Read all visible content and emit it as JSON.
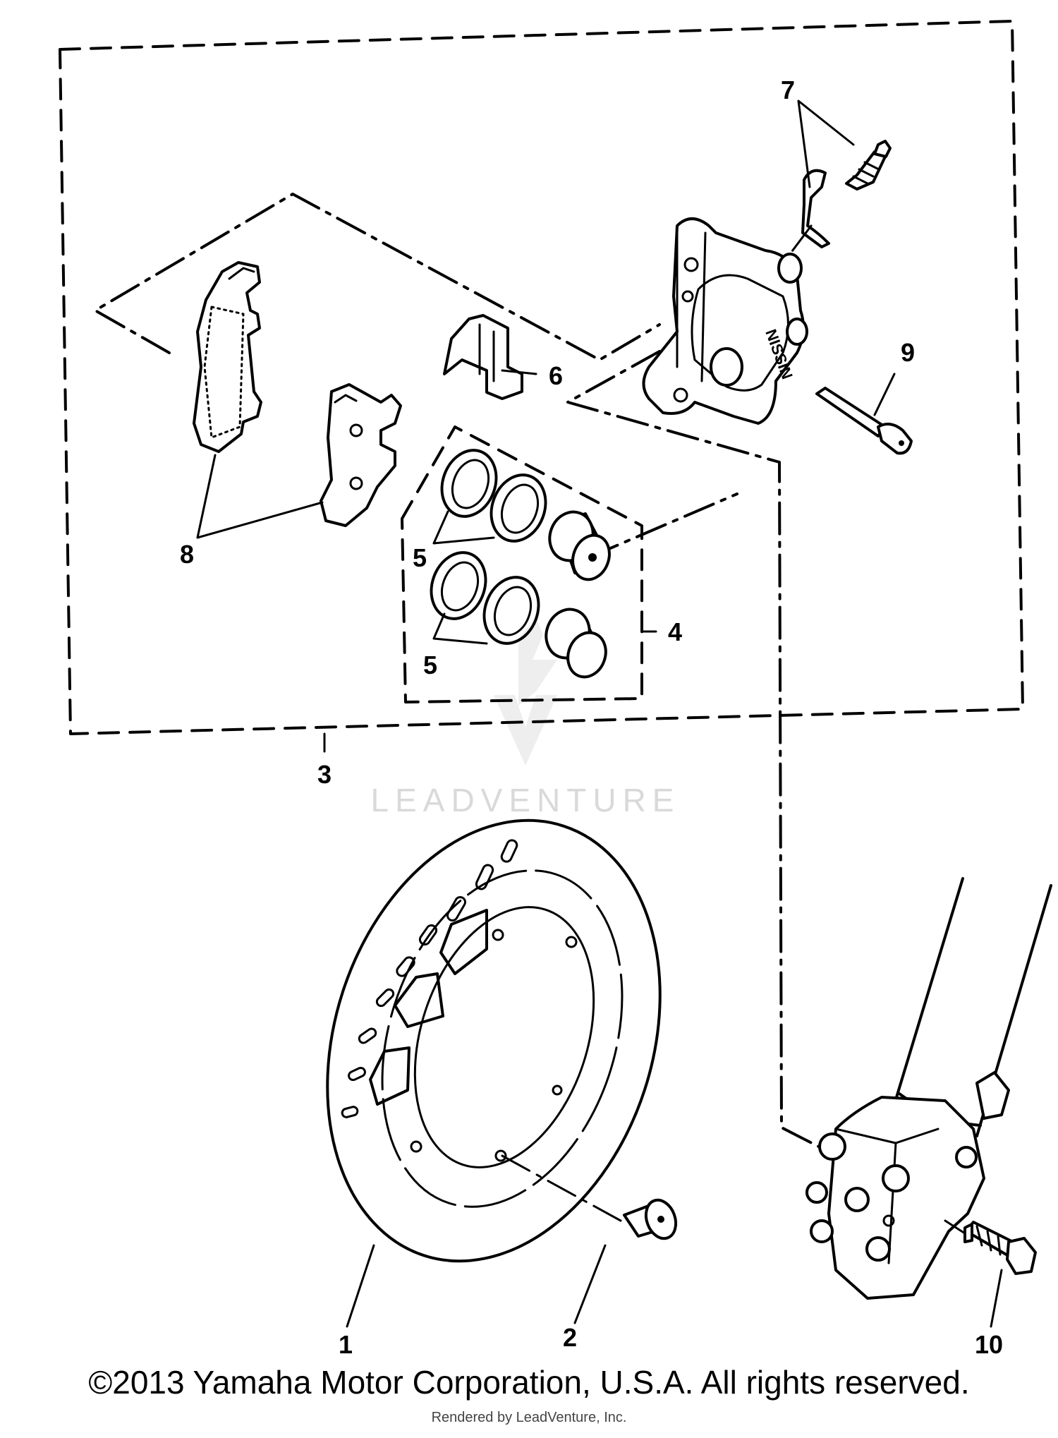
{
  "callouts": {
    "c1": "1",
    "c2": "2",
    "c3": "3",
    "c4": "4",
    "c5a": "5",
    "c5b": "5",
    "c6": "6",
    "c7": "7",
    "c8": "8",
    "c9": "9",
    "c10": "10"
  },
  "caliper_marking": "NISSIN",
  "watermark": "LEADVENTURE",
  "copyright": "©2013 Yamaha Motor Corporation, U.S.A. All rights reserved.",
  "rendered_by": "Rendered by LeadVenture, Inc."
}
